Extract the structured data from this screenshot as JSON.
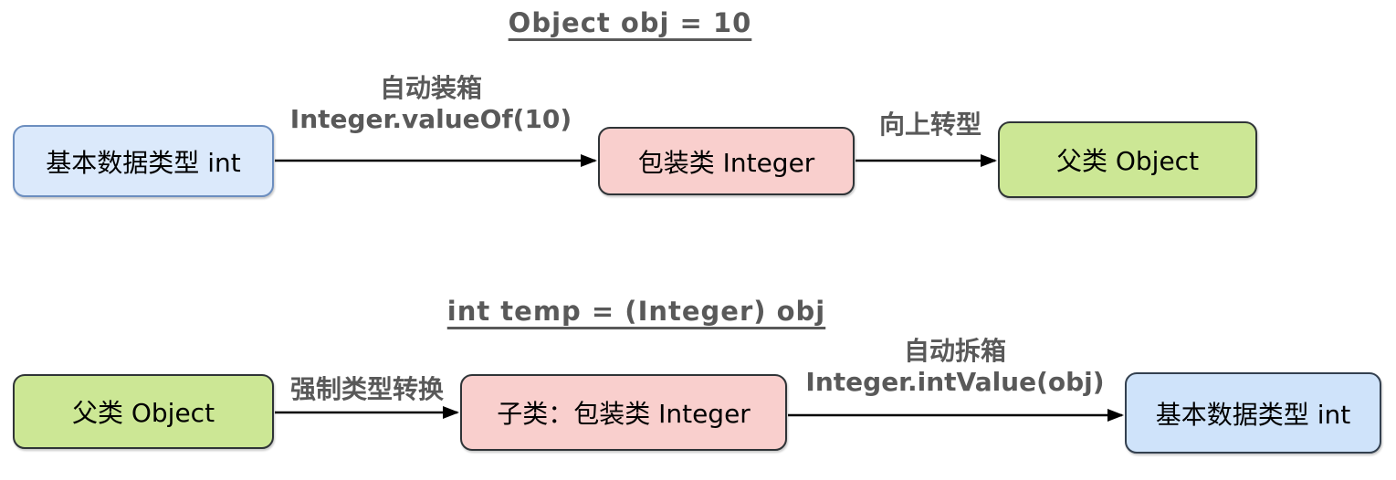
{
  "colors": {
    "blue_fill": "#dbe9fb",
    "blue_border": "#6c8ebf",
    "blue2_fill": "#cfe3fa",
    "blue2_border": "#33404f",
    "pink_fill": "#f9cfcd",
    "green_fill": "#cce795",
    "dark_border": "#2f3437",
    "label_gray": "#595959",
    "arrow_black": "#000000"
  },
  "flow1": {
    "title": "Object obj = 10",
    "nodes": [
      {
        "label": "基本数据类型 int"
      },
      {
        "label": "包装类 Integer"
      },
      {
        "label": "父类 Object"
      }
    ],
    "edges": [
      {
        "label_line1": "自动装箱",
        "label_line2": "Integer.valueOf(10)"
      },
      {
        "label_line1": "向上转型"
      }
    ]
  },
  "flow2": {
    "title": "int temp = (Integer) obj",
    "nodes": [
      {
        "label": "父类 Object"
      },
      {
        "label": "子类：包装类 Integer"
      },
      {
        "label": "基本数据类型 int"
      }
    ],
    "edges": [
      {
        "label_line1": "强制类型转换"
      },
      {
        "label_line1": "自动拆箱",
        "label_line2": "Integer.intValue(obj)"
      }
    ]
  }
}
